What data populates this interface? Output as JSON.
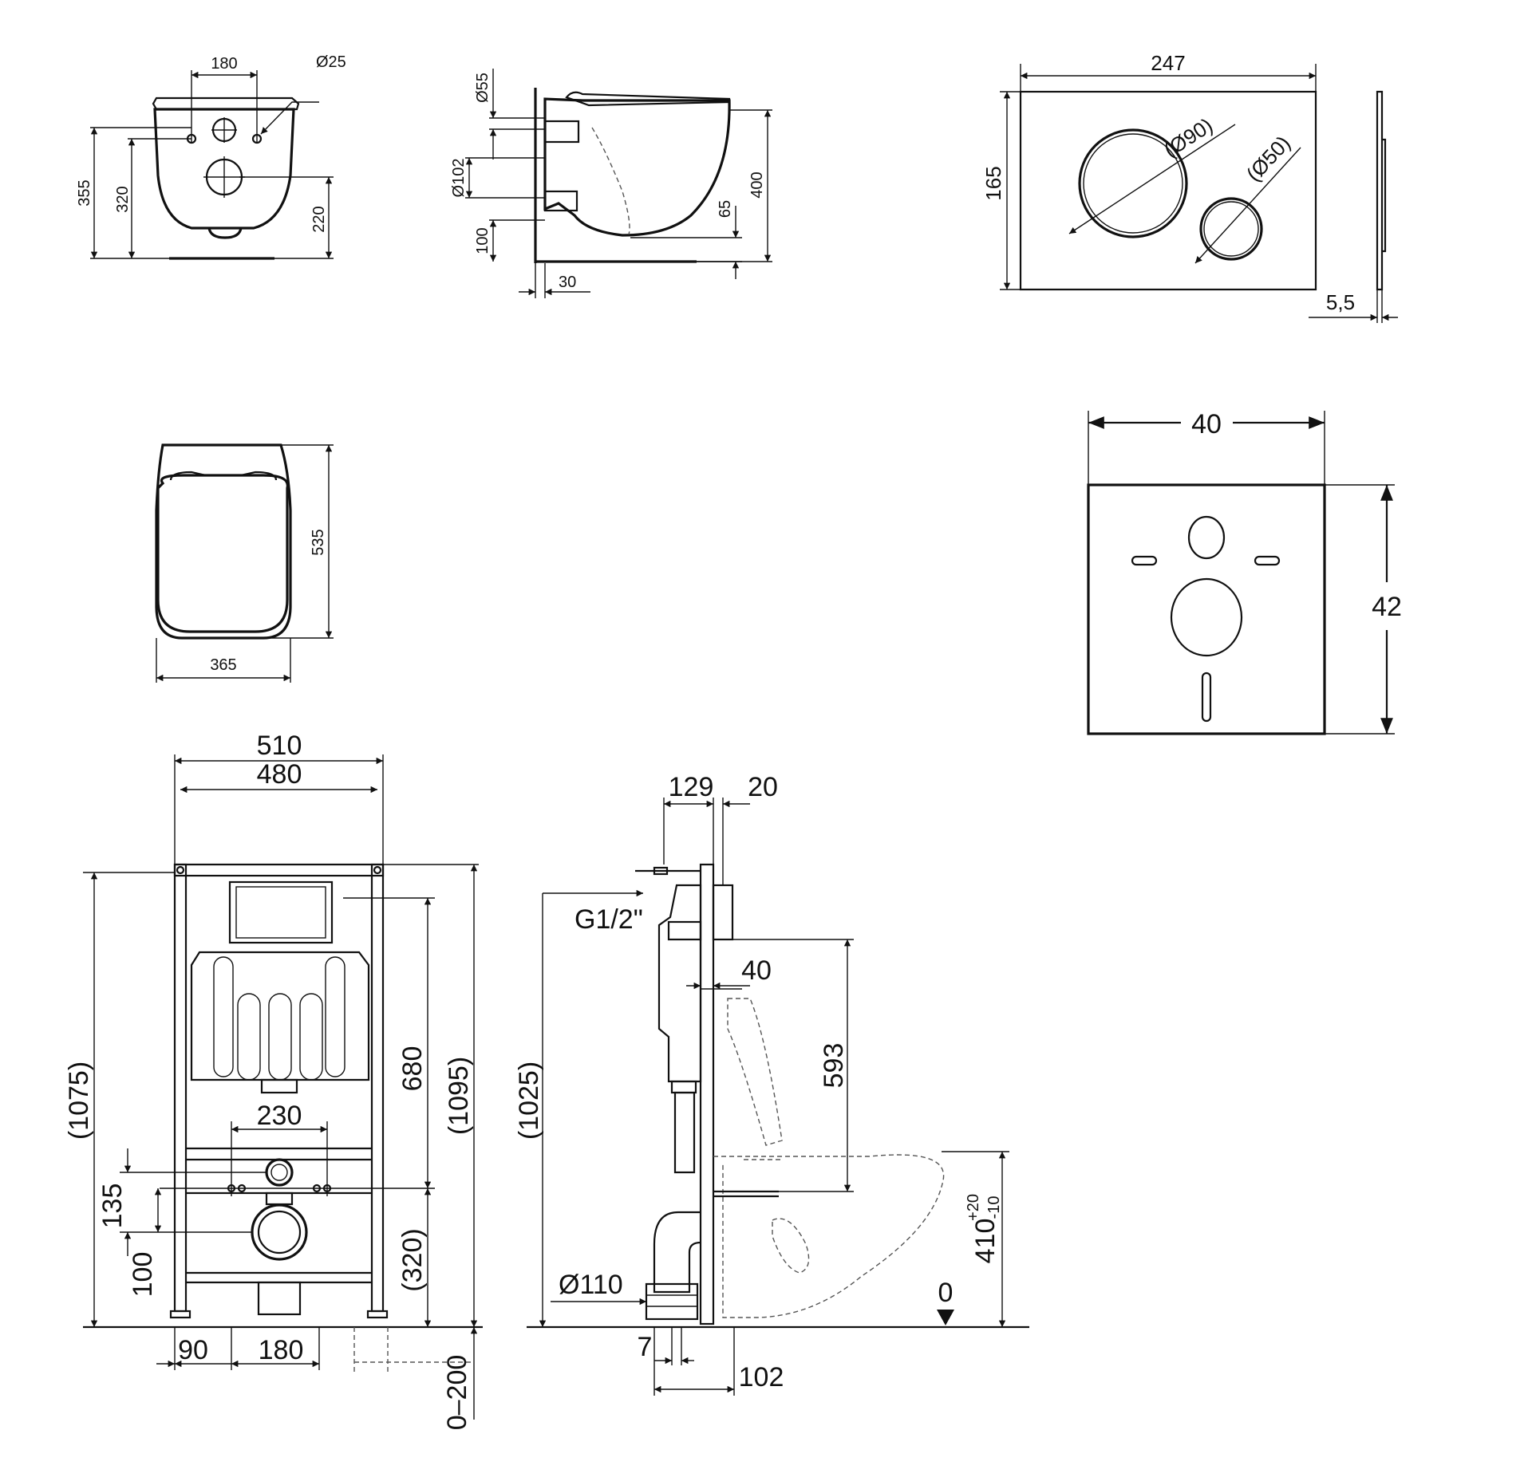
{
  "colors": {
    "line": "#111111",
    "background": "#ffffff",
    "hidden_line": "#555555"
  },
  "views": {
    "bowl_front": {
      "dim_180": "180",
      "dim_d25": "Ø25",
      "dim_355": "355",
      "dim_320": "320",
      "dim_220": "220"
    },
    "bowl_side": {
      "dim_d55": "Ø55",
      "dim_d102": "Ø102",
      "dim_100": "100",
      "dim_30": "30",
      "dim_65": "65",
      "dim_400": "400"
    },
    "flush_plate": {
      "dim_247": "247",
      "dim_165": "165",
      "dim_d90": "(Ø90)",
      "dim_d50": "(Ø50)",
      "dim_5_5": "5,5"
    },
    "bowl_top": {
      "dim_535": "535",
      "dim_365": "365"
    },
    "soundproof_pad": {
      "dim_40": "40",
      "dim_42": "42"
    },
    "frame_front": {
      "dim_510": "510",
      "dim_480": "480",
      "dim_1075": "(1075)",
      "dim_1095": "(1095)",
      "dim_680": "680",
      "dim_230": "230",
      "dim_135": "135",
      "dim_100": "100",
      "dim_320": "(320)",
      "dim_90": "90",
      "dim_180": "180",
      "dim_0_200": "0–200"
    },
    "frame_side": {
      "dim_129": "129",
      "dim_20": "20",
      "label_g12": "G1/2\"",
      "dim_40": "40",
      "dim_593": "593",
      "dim_1025": "(1025)",
      "dim_d110": "Ø110",
      "dim_7": "7",
      "dim_102": "102",
      "floor_zero": "0",
      "dim_410": "410",
      "tol_plus": "+20",
      "tol_minus": "-10"
    }
  }
}
